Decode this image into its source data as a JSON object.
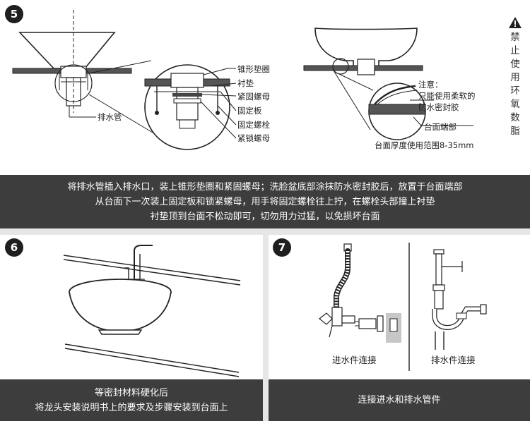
{
  "step5": {
    "number": "5",
    "labels": {
      "cone_washer": "锥形垫圈",
      "liner": "衬垫",
      "lock_nut": "紧固螺母",
      "fixing_plate": "固定板",
      "fixing_bolt": "固定螺栓",
      "locking_nut": "紧锁螺母",
      "drain_pipe": "排水管"
    },
    "note": {
      "title": "注意：",
      "line1": "只能使用柔软的",
      "line2": "防水密封胶",
      "edge": "台面端部",
      "thickness": "台面厚度使用范围8-35mm"
    },
    "warning": {
      "icon": "warning-triangle-icon",
      "text": [
        "禁",
        "止",
        "使",
        "用",
        "环",
        "氧",
        "数",
        "脂"
      ]
    },
    "caption": [
      "将排水管插入排水口，装上锥形垫圈和紧固螺母；洗脸盆底部涂抹防水密封胶后，放置于台面端部",
      "从台面下一次装上固定板和锁紧螺母，用手将固定螺栓往上拧，在螺栓头部撞上衬垫",
      "衬垫顶到台面不松动即可，切勿用力过猛，以免损坏台面"
    ]
  },
  "step6": {
    "number": "6",
    "caption": [
      "等密封材料硬化后",
      "将龙头安装说明书上的要求及步骤安装到台面上"
    ]
  },
  "step7": {
    "number": "7",
    "inlet_label": "进水件连接",
    "outlet_label": "排水件连接",
    "caption": [
      "连接进水和排水管件"
    ]
  },
  "colors": {
    "bar": "#3d3d3d",
    "panel": "#ffffff",
    "line": "#222222"
  }
}
